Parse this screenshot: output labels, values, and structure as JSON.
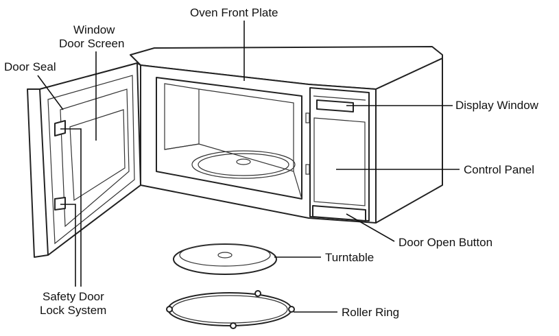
{
  "labels": {
    "oven_front_plate": "Oven Front Plate",
    "window_door_screen_line1": "Window",
    "window_door_screen_line2": "Door Screen",
    "door_seal": "Door Seal",
    "display_window": "Display Window",
    "control_panel": "Control Panel",
    "door_open_button": "Door Open Button",
    "turntable": "Turntable",
    "roller_ring": "Roller Ring",
    "safety_door_lock_line1": "Safety Door",
    "safety_door_lock_line2": "Lock System"
  },
  "colors": {
    "line": "#111111",
    "background": "#ffffff"
  }
}
